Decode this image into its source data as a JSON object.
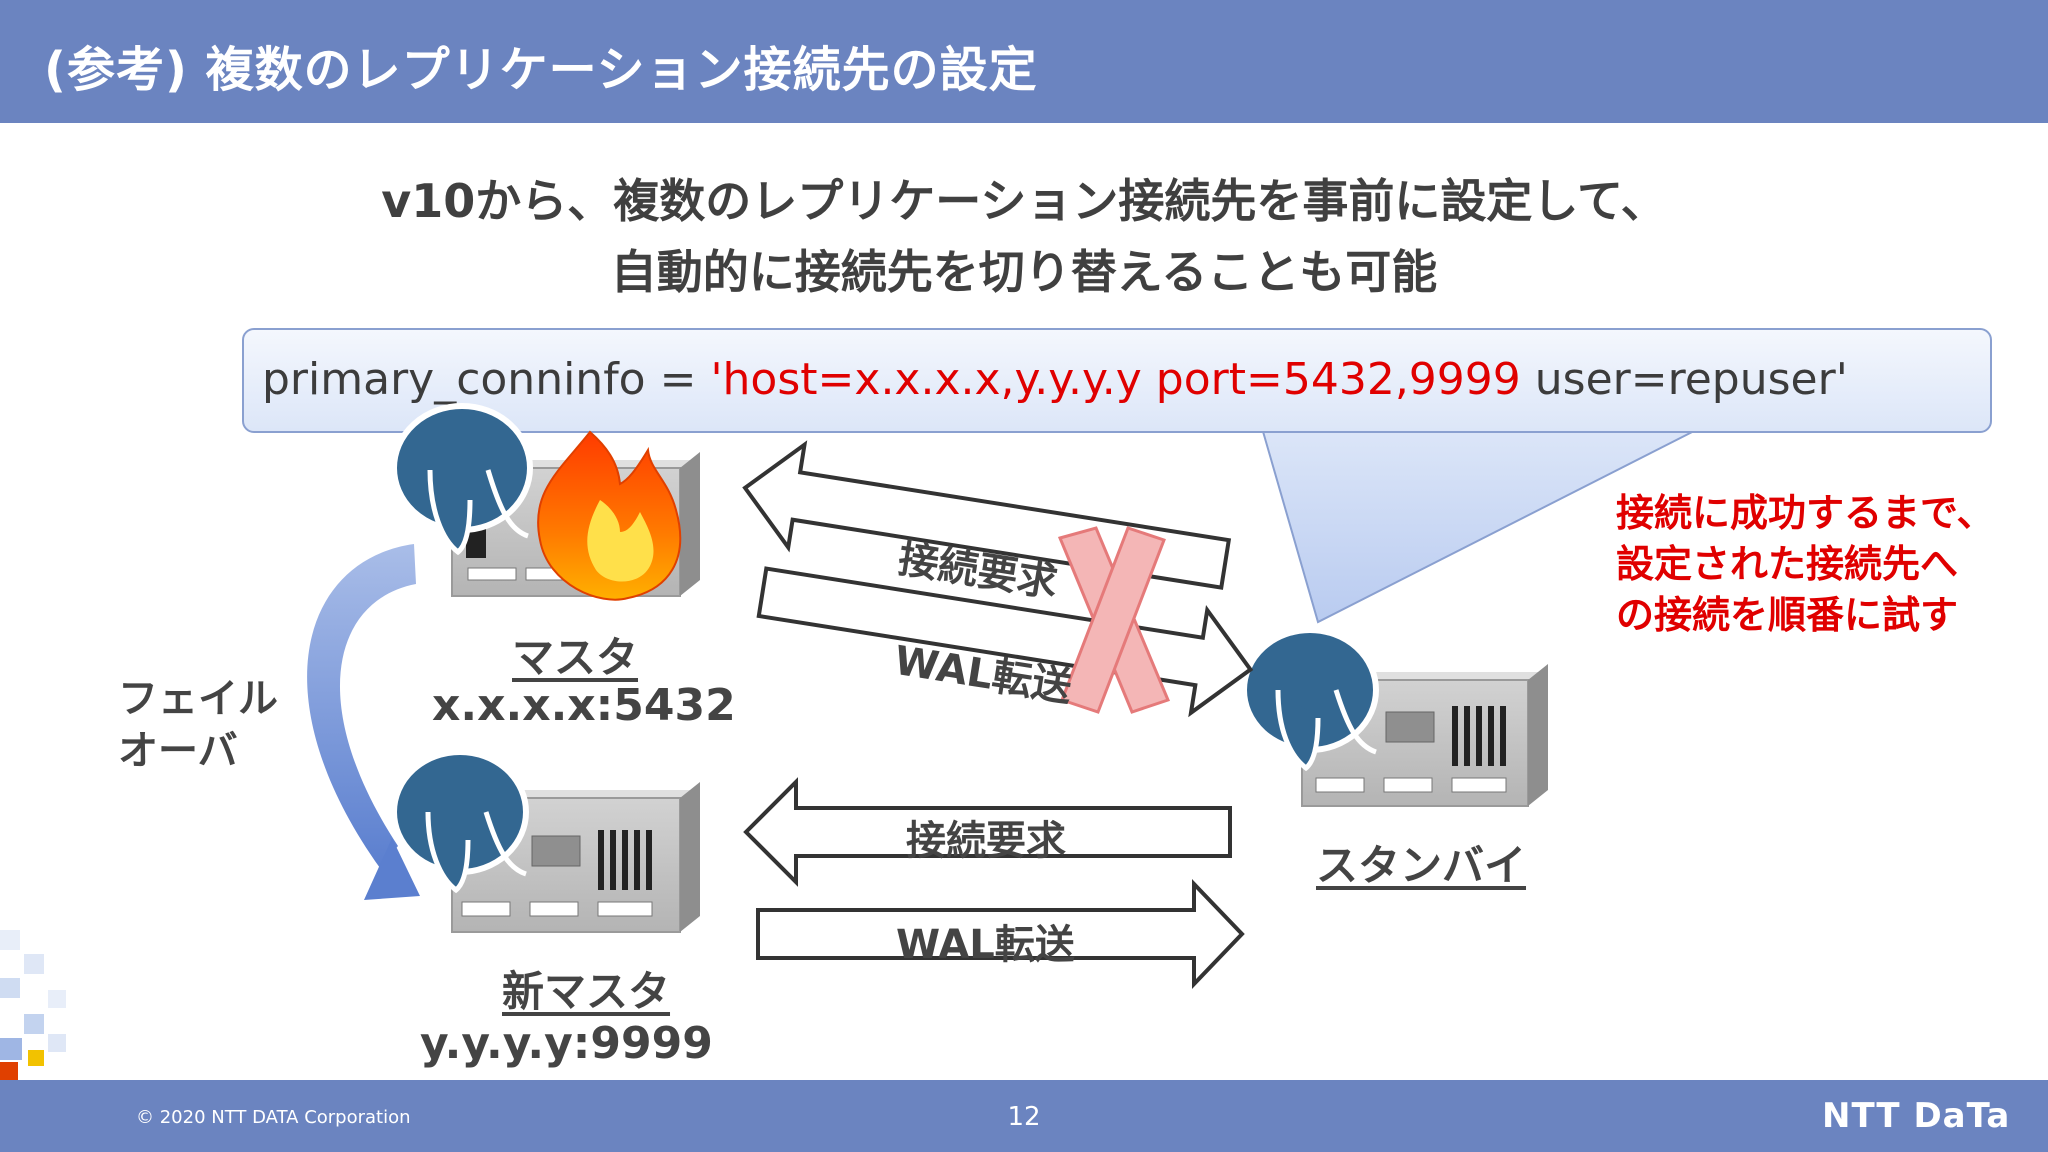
{
  "header": {
    "title": "(参考) 複数のレプリケーション接続先の設定"
  },
  "lead": {
    "line1": "v10から、複数のレプリケーション接続先を事前に設定して、",
    "line2": "自動的に接続先を切り替えることも可能"
  },
  "callout": {
    "prefix": "primary_conninfo = ",
    "highlight": "'host=x.x.x.x,y.y.y.y port=5432,9999",
    "suffix": " user=repuser'"
  },
  "nodes": {
    "master_label": "マスタ",
    "master_addr": "x.x.x.x:5432",
    "new_master_label": "新マスタ",
    "new_master_addr": "y.y.y.y:9999",
    "standby_label": "スタンバイ",
    "failover_line1": "フェイル",
    "failover_line2": "オーバ"
  },
  "arrows": {
    "conn_request": "接続要求",
    "wal_transfer": "WAL転送"
  },
  "note": {
    "line1": "接続に成功するまで、",
    "line2": "設定された接続先へ",
    "line3": "の接続を順番に試す"
  },
  "footer": {
    "copyright": "© 2020 NTT DATA Corporation",
    "page": "12",
    "logo": "NTT DaTa"
  },
  "colors": {
    "header": "#6b84c0",
    "accent_red": "#e00000",
    "elephant": "#336791",
    "failover_arrow": "#5b7fcf"
  }
}
